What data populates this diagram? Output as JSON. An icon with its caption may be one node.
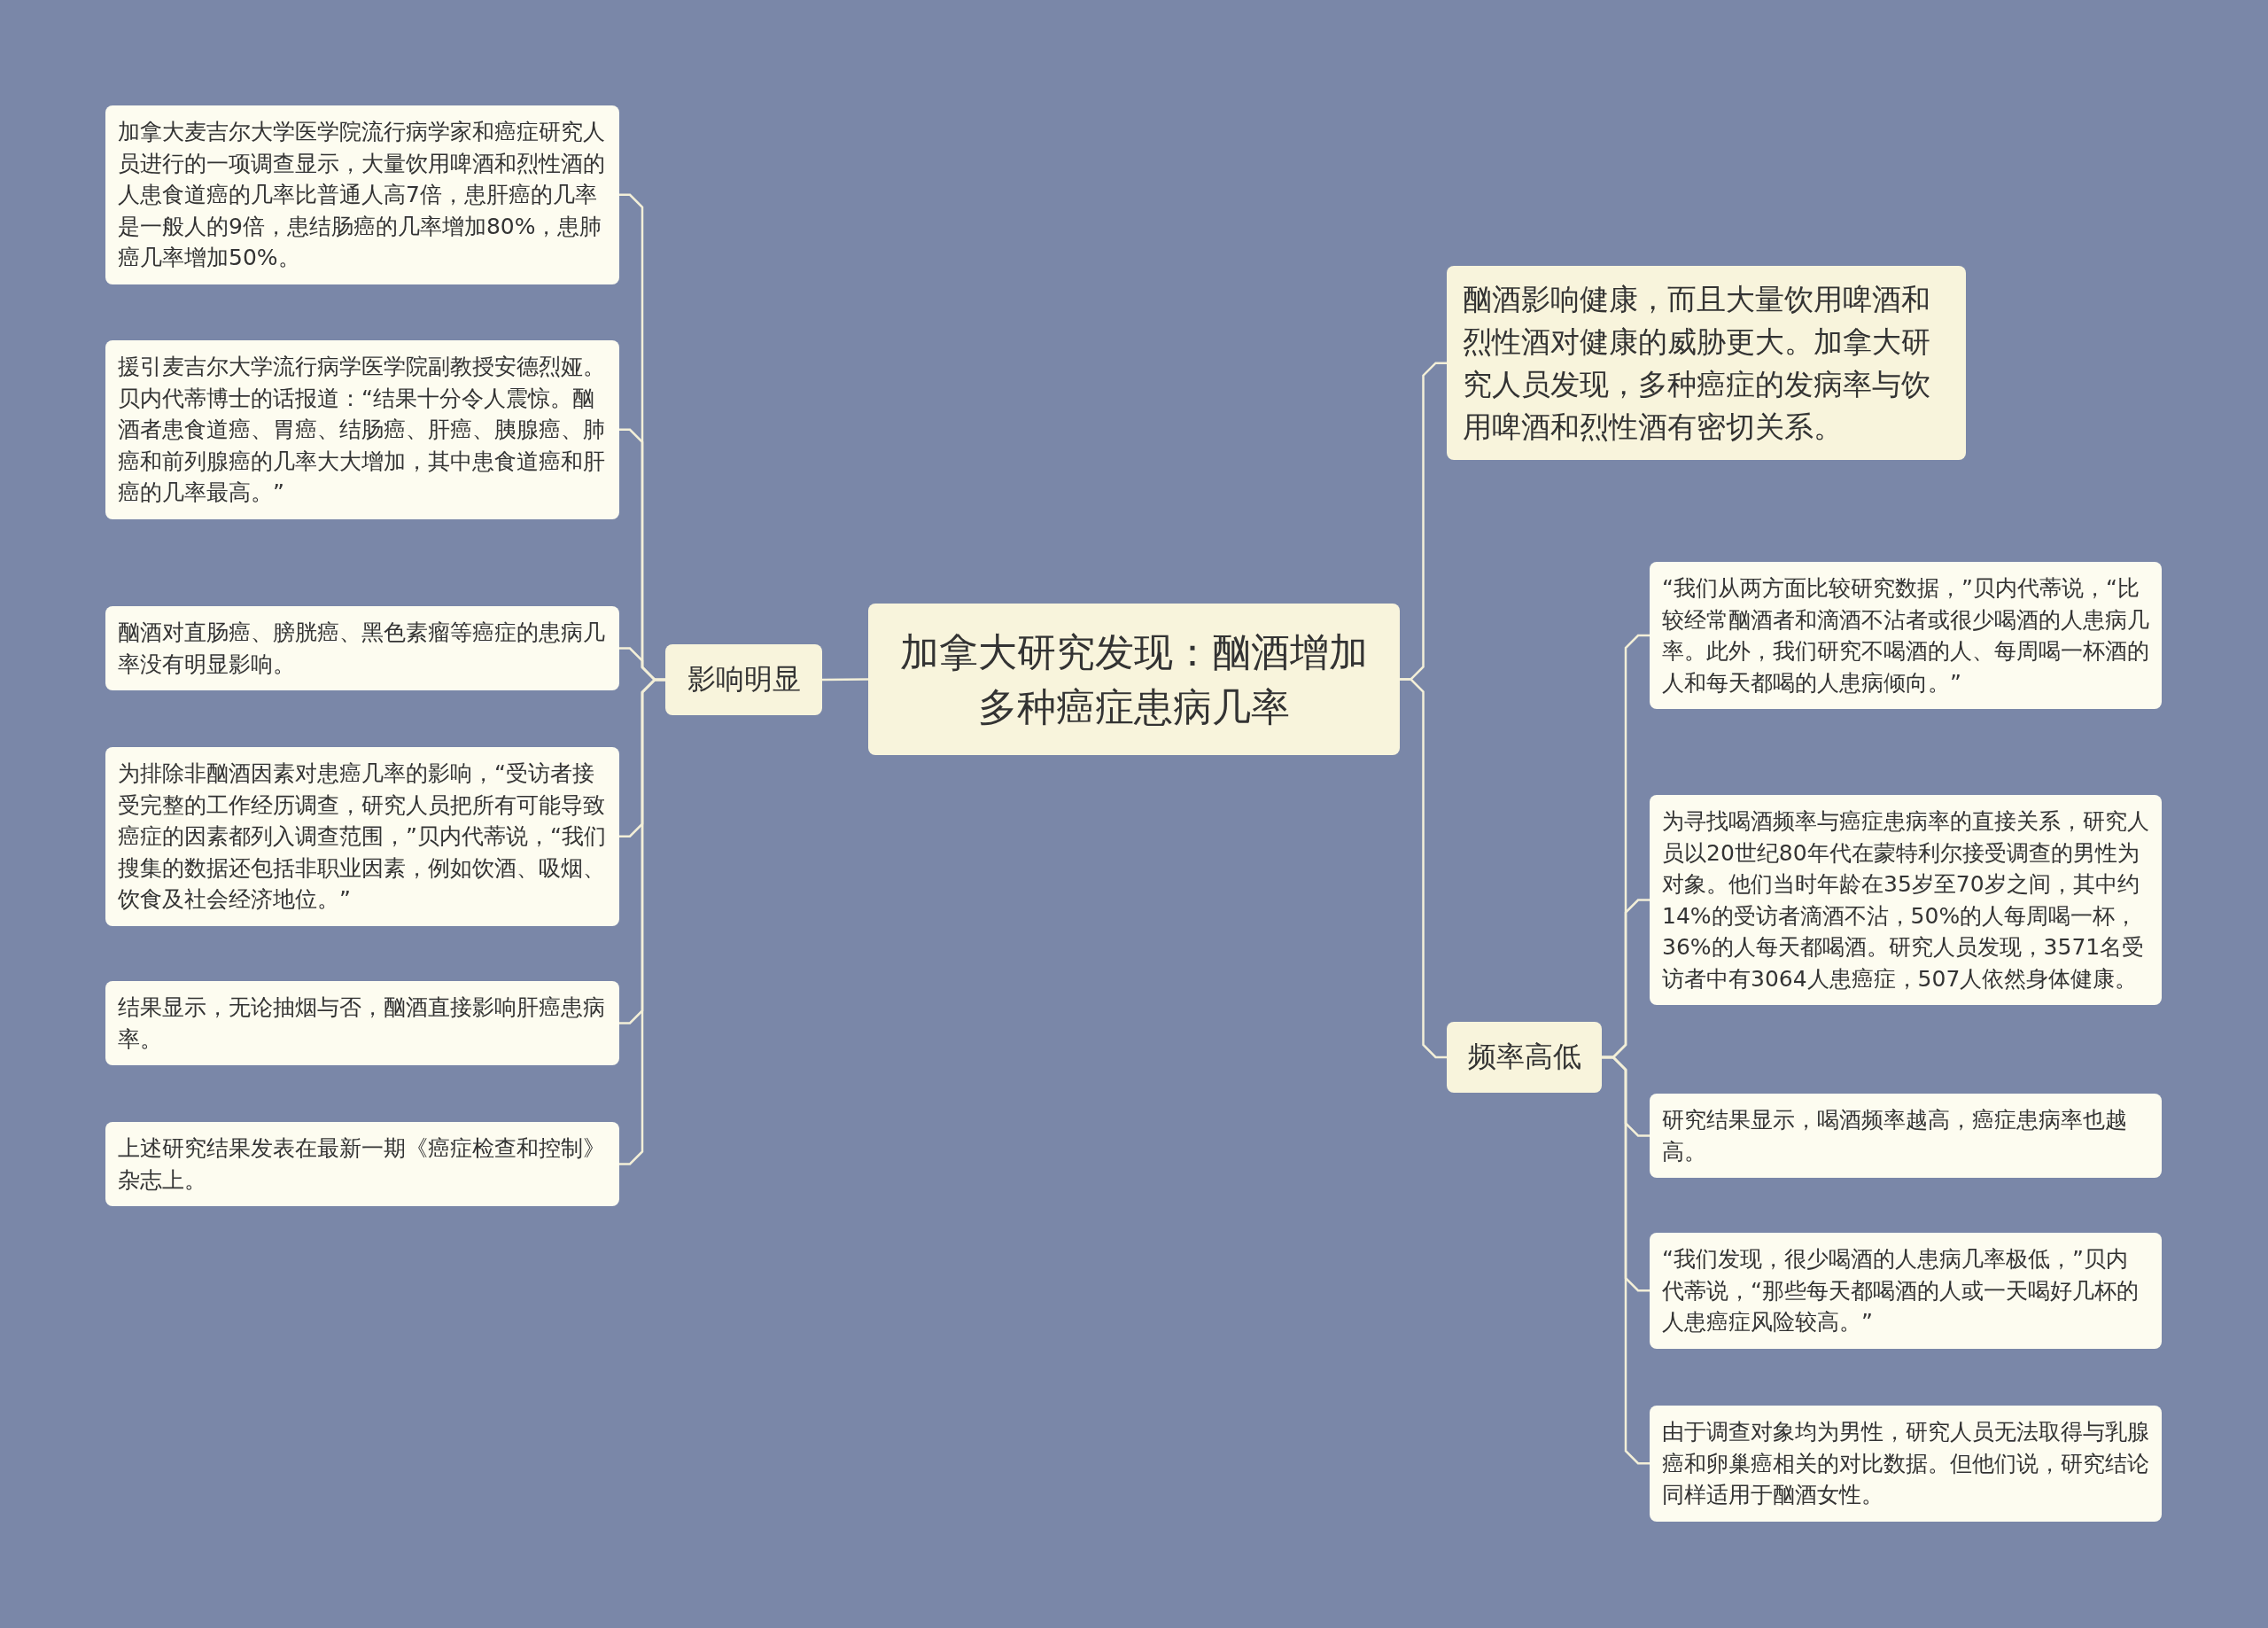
{
  "diagram": {
    "nodes": [
      {
        "text": [
          "加拿大研究发现：酗酒增加多种癌症患病几率"
        ]
      },
      {
        "text": [
          "影响明显"
        ]
      },
      {
        "text": [
          "加拿大麦吉尔大学医学院流行病学家和癌症研究人员进行的一项调查显示，大量饮用啤酒和烈性酒的人患食道癌的几率比普通人高7倍，患肝癌的几率是一般人的9倍，患结肠癌的几率增加80%，患肺癌几率增加50%。"
        ]
      },
      {
        "text": [
          "援引麦吉尔大学流行病学医学院副教授安德烈娅。贝内代蒂博士的话报道：“结果十分令人震惊。酗酒者患食道癌、胃癌、结肠癌、肝癌、胰腺癌、肺癌和前列腺癌的几率大大增加，其中患食道癌和肝癌的几率最高。”"
        ]
      },
      {
        "text": [
          "酗酒对直肠癌、膀胱癌、黑色素瘤等癌症的患病几率没有明显影响。"
        ]
      },
      {
        "text": [
          "为排除非酗酒因素对患癌几率的影响，“受访者接受完整的工作经历调查，研究人员把所有可能导致癌症的因素都列入调查范围，”贝内代蒂说，“我们搜集的数据还包括非职业因素，例如饮酒、吸烟、饮食及社会经济地位。”"
        ]
      },
      {
        "text": [
          "结果显示，无论抽烟与否，酗酒直接影响肝癌患病率。"
        ]
      },
      {
        "text": [
          "上述研究结果发表在最新一期《癌症检查和控制》杂志上。"
        ]
      },
      {
        "text": [
          "酗酒影响健康，而且大量饮用啤酒和烈性酒对健康的威胁更大。加拿大研究人员发现，多种癌症的发病率与饮用啤酒和烈性酒有密切关系。"
        ]
      },
      {
        "text": [
          "频率高低"
        ]
      },
      {
        "text": [
          "“我们从两方面比较研究数据，”贝内代蒂说，“比较经常酗酒者和滴酒不沾者或很少喝酒的人患病几率。此外，我们研究不喝酒的人、每周喝一杯酒的人和每天都喝的人患病倾向。”"
        ]
      },
      {
        "text": [
          "为寻找喝酒频率与癌症患病率的直接关系，研究人员以20世纪80年代在蒙特利尔接受调查的男性为对象。他们当时年龄在35岁至70岁之间，其中约14%的受访者滴酒不沾，50%的人每周喝一杯，36%的人每天都喝酒。研究人员发现，3571名受访者中有3064人患癌症，507人依然身体健康。"
        ]
      },
      {
        "text": [
          "研究结果显示，喝酒频率越高，癌症患病率也越高。"
        ]
      },
      {
        "text": [
          "“我们发现，很少喝酒的人患病几率极低，”贝内代蒂说，“那些每天都喝酒的人或一天喝好几杯的人患癌症风险较高。”"
        ]
      },
      {
        "text": [
          "由于调查对象均为男性，研究人员无法取得与乳腺癌和卵巢癌相关的对比数据。但他们说，研究结论同样适用于酗酒女性。"
        ]
      }
    ],
    "edges": [
      {
        "from": 0,
        "to": 1,
        "arrow": "none"
      },
      {
        "from": 1,
        "to": 2,
        "arrow": "none"
      },
      {
        "from": 1,
        "to": 3,
        "arrow": "none"
      },
      {
        "from": 1,
        "to": 4,
        "arrow": "none"
      },
      {
        "from": 1,
        "to": 5,
        "arrow": "none"
      },
      {
        "from": 1,
        "to": 6,
        "arrow": "none"
      },
      {
        "from": 1,
        "to": 7,
        "arrow": "none"
      },
      {
        "from": 0,
        "to": 8,
        "arrow": "none"
      },
      {
        "from": 0,
        "to": 9,
        "arrow": "none"
      },
      {
        "from": 9,
        "to": 10,
        "arrow": "none"
      },
      {
        "from": 9,
        "to": 11,
        "arrow": "none"
      },
      {
        "from": 9,
        "to": 12,
        "arrow": "none"
      },
      {
        "from": 9,
        "to": 13,
        "arrow": "none"
      },
      {
        "from": 9,
        "to": 14,
        "arrow": "none"
      }
    ]
  }
}
